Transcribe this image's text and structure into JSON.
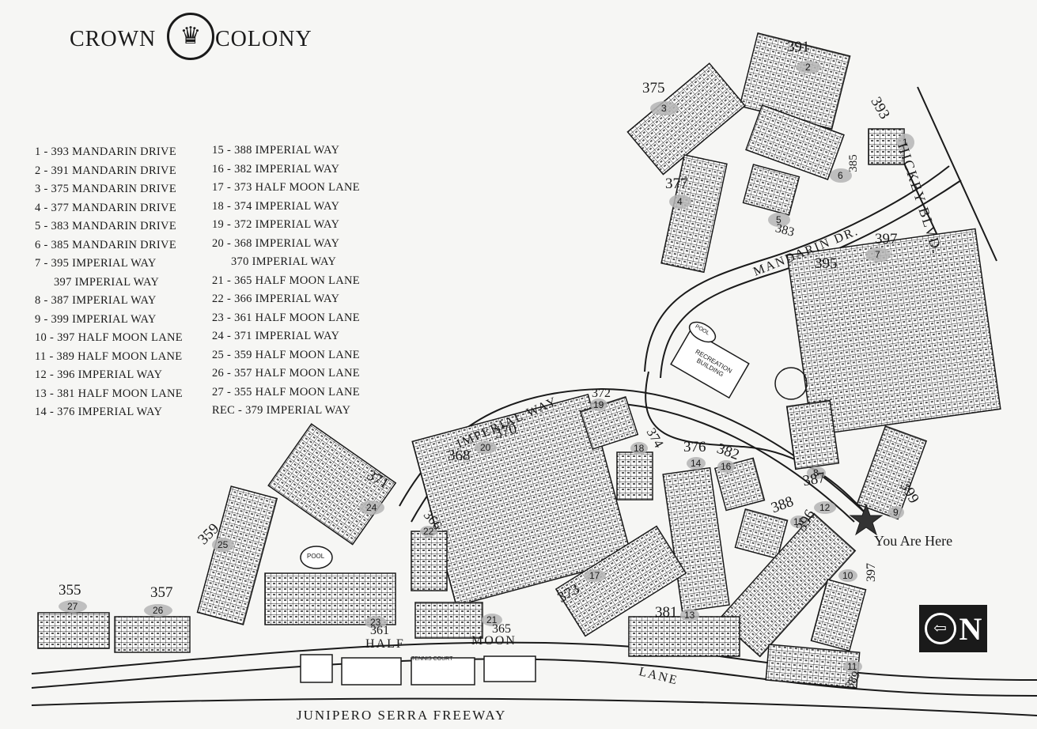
{
  "brand": {
    "name_left": "CROWN",
    "name_right": "COLONY"
  },
  "legend_left": [
    "1 - 393 MANDARIN DRIVE",
    "2 - 391 MANDARIN DRIVE",
    "3 - 375 MANDARIN DRIVE",
    "4 - 377 MANDARIN DRIVE",
    "5 - 383 MANDARIN DRIVE",
    "6 - 385 MANDARIN DRIVE",
    "7 - 395 IMPERIAL WAY",
    "397 IMPERIAL WAY",
    "8 - 387 IMPERIAL WAY",
    "9 - 399 IMPERIAL WAY",
    "10 - 397 HALF MOON LANE",
    "11 - 389 HALF MOON LANE",
    "12 - 396 IMPERIAL WAY",
    "13 - 381 HALF MOON LANE",
    "14 - 376 IMPERIAL WAY"
  ],
  "legend_right": [
    "15 - 388 IMPERIAL WAY",
    "16 - 382 IMPERIAL WAY",
    "17 - 373 HALF MOON LANE",
    "18 - 374 IMPERIAL WAY",
    "19 - 372 IMPERIAL WAY",
    "20 - 368 IMPERIAL WAY",
    "370 IMPERIAL WAY",
    "21 - 365 HALF MOON LANE",
    "22 - 366 IMPERIAL WAY",
    "23 - 361 HALF MOON LANE",
    "24 - 371 IMPERIAL WAY",
    "25 - 359 HALF MOON LANE",
    "26 - 357 HALF MOON LANE",
    "27 - 355 HALF MOON LANE",
    "REC - 379 IMPERIAL WAY"
  ],
  "streets": {
    "hickey": "HICKEY BLVD.",
    "mandarin": "MANDARIN DR.",
    "imperial": "IMPERIAL WAY",
    "half": "HALF",
    "moon": "MOON",
    "lane": "LANE",
    "freeway": "JUNIPERO SERRA FREEWAY"
  },
  "facilities": {
    "pool": "POOL",
    "recreation": "RECREATION BUILDING",
    "tennis": "TENNIS COURT"
  },
  "you_are_here": "You Are Here",
  "addresses": {
    "a391": "391",
    "a375": "375",
    "a393": "393",
    "a377": "377",
    "a385": "385",
    "a383": "383",
    "a395": "395",
    "a397": "397",
    "a372": "372",
    "a374": "374",
    "a376": "376",
    "a382": "382",
    "a387": "387",
    "a399": "399",
    "a388": "388",
    "a396": "396",
    "a371": "371",
    "a368": "368",
    "a370": "370",
    "a366": "366",
    "a359": "359",
    "a355": "355",
    "a357": "357",
    "a361": "361",
    "a365": "365",
    "a373": "373",
    "a381": "381",
    "a397b": "397",
    "a389": "389"
  },
  "buildings": {
    "b1": "1",
    "b2": "2",
    "b3": "3",
    "b4": "4",
    "b5": "5",
    "b6": "6",
    "b7": "7",
    "b8": "8",
    "b9": "9",
    "b10": "10",
    "b11": "11",
    "b12": "12",
    "b13": "13",
    "b14": "14",
    "b15": "15",
    "b16": "16",
    "b17": "17",
    "b18": "18",
    "b19": "19",
    "b20": "20",
    "b21": "21",
    "b22": "22",
    "b23": "23",
    "b24": "24",
    "b25": "25",
    "b26": "26",
    "b27": "27"
  },
  "compass": {
    "letter": "N",
    "arrow": "⇦"
  },
  "colors": {
    "ink": "#1a1a1a",
    "paper": "#f6f6f4",
    "marker": "#b5b5b5",
    "star": "#333333"
  }
}
